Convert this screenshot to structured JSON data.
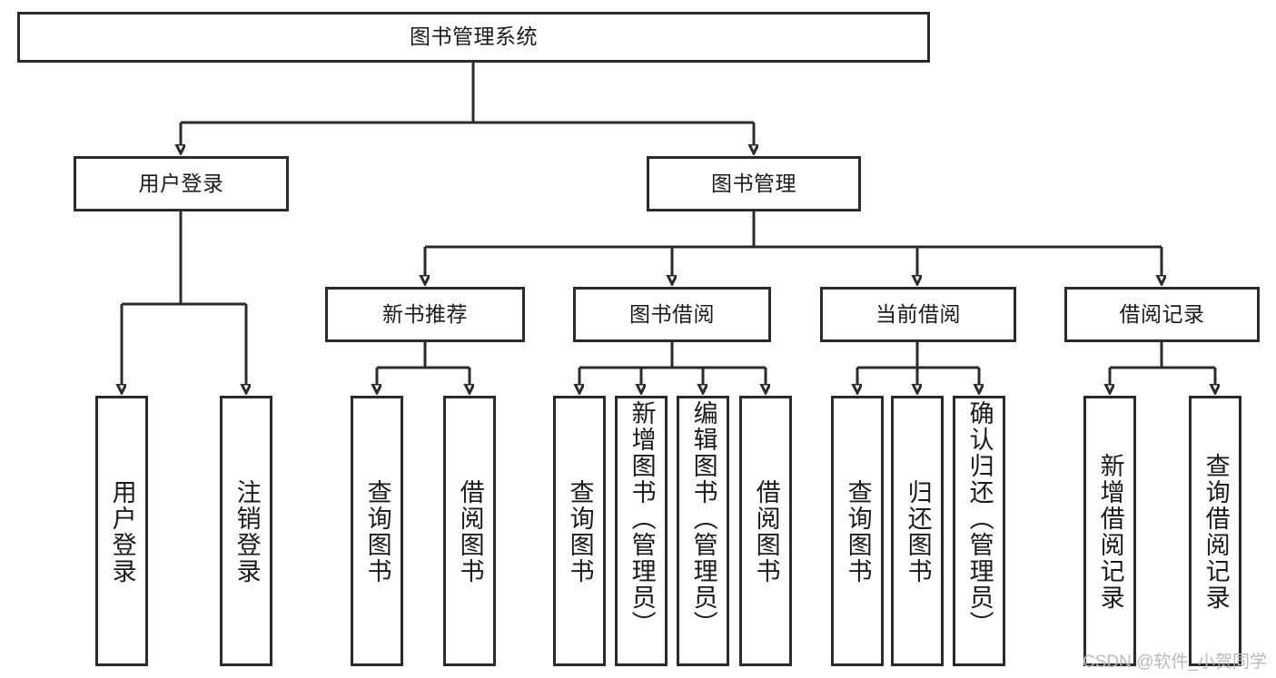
{
  "diagram": {
    "type": "hierarchy-tree",
    "title": "图书管理系统",
    "watermark": "CSDN @软件_小贺同学",
    "colors": {
      "stroke": "#2b2b2b",
      "fill": "#ffffff",
      "text": "#1a1a1a",
      "watermark": "#b9b9b9"
    },
    "root": {
      "label": "图书管理系统"
    },
    "level1": [
      {
        "label": "用户登录"
      },
      {
        "label": "图书管理"
      }
    ],
    "level2": [
      {
        "label": "新书推荐"
      },
      {
        "label": "图书借阅"
      },
      {
        "label": "当前借阅"
      },
      {
        "label": "借阅记录"
      }
    ],
    "leaves": {
      "user_login": [
        {
          "label": "用户登录"
        },
        {
          "label": "注销登录"
        }
      ],
      "new_book_recommend": [
        {
          "label": "查询图书"
        },
        {
          "label": "借阅图书"
        }
      ],
      "book_borrow": [
        {
          "label": "查询图书"
        },
        {
          "label": "新增图书（管理员）"
        },
        {
          "label": "编辑图书（管理员）"
        },
        {
          "label": "借阅图书"
        }
      ],
      "current_borrow": [
        {
          "label": "查询图书"
        },
        {
          "label": "归还图书"
        },
        {
          "label": "确认归还（管理员）"
        }
      ],
      "borrow_record": [
        {
          "label": "新增借阅记录"
        },
        {
          "label": "查询借阅记录"
        }
      ]
    }
  }
}
